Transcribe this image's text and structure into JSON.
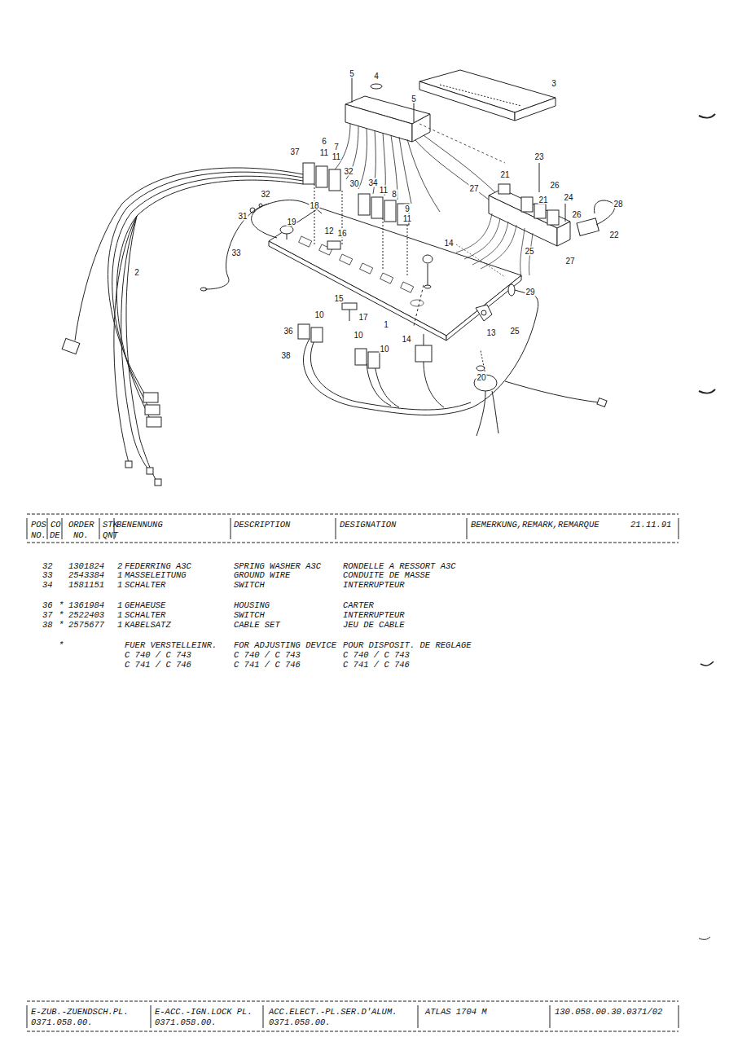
{
  "diagram": {
    "labels": [
      "5",
      "4",
      "3",
      "5",
      "23",
      "21",
      "26",
      "27",
      "21",
      "24",
      "28",
      "26",
      "22",
      "37",
      "6",
      "11",
      "7",
      "11",
      "32",
      "30",
      "34",
      "11",
      "8",
      "32",
      "18",
      "31",
      "19",
      "12",
      "16",
      "9",
      "11",
      "14",
      "33",
      "2",
      "25",
      "27",
      "29",
      "15",
      "17",
      "10",
      "1",
      "13",
      "25",
      "36",
      "10",
      "10",
      "14",
      "38",
      "20",
      "POS",
      "CO",
      "ORDER",
      "STK",
      "BENENNUNG",
      "DESCRIPTION",
      "DESIGNATION",
      "BEMERKUNG,REMARK,REMARQUE",
      "21.11.91",
      "NO.",
      "DE",
      "NO.",
      "QNT",
      "32",
      "1301824",
      "2",
      "FEDERRING A3C",
      "SPRING WASHER A3C",
      "RONDELLE A RESSORT A3C",
      "33",
      "2543384",
      "1",
      "MASSELEITUNG",
      "GROUND WIRE",
      "CONDUITE DE MASSE",
      "34",
      "1581151",
      "1",
      "SCHALTER",
      "SWITCH",
      "INTERRUPTEUR",
      "36",
      "*",
      "1361984",
      "1",
      "GEHAEUSE",
      "HOUSING",
      "CARTER",
      "37",
      "*",
      "2522403",
      "1",
      "SCHALTER",
      "SWITCH",
      "INTERRUPTEUR",
      "38",
      "*",
      "2575677",
      "1",
      "KABELSATZ",
      "CABLE SET",
      "JEU DE CABLE",
      "*",
      "FUER VERSTELLEINR.",
      "FOR ADJUSTING DEVICE",
      "POUR DISPOSIT. DE REGLAGE",
      "C 740 / C 743",
      "C 740 / C 743",
      "C 740 / C 743",
      "C 741 / C 746",
      "C 741 / C 746",
      "C 741 / C 746",
      "E-ZUB.-ZUENDSCH.PL.",
      "0371.058.00.",
      "E-ACC.-IGN.LOCK PL.",
      "0371.058.00.",
      "ACC.ELECT.-PL.SER.D'ALUM.",
      "0371.058.00.",
      "ATLAS 1704 M",
      "130.058.00.30.0371/02"
    ]
  }
}
